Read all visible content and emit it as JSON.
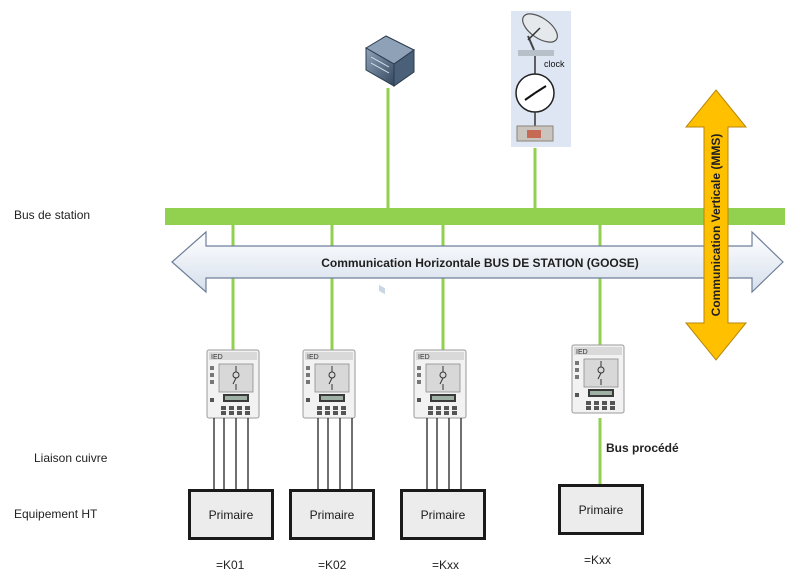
{
  "labels": {
    "station_bus": "Bus de station",
    "copper_link": "Liaison cuivre",
    "ht_equipment": "Equipement HT",
    "process_bus": "Bus procédé"
  },
  "horizontal_comm": "Communication Horizontale BUS DE STATION  (GOOSE)",
  "vertical_comm": "Communication Verticale (MMS)",
  "clock_label": "clock",
  "ied_label": "IED",
  "primary_label": "Primaire",
  "bays": [
    {
      "id": "=K01"
    },
    {
      "id": "=K02"
    },
    {
      "id": "=Kxx"
    },
    {
      "id": "=Kxx"
    }
  ],
  "colors": {
    "bus": "#92d050",
    "arrow_fill": "#e8eef7",
    "arrow_stroke": "#6d7f99",
    "vertical_arrow": "#ffc000"
  }
}
